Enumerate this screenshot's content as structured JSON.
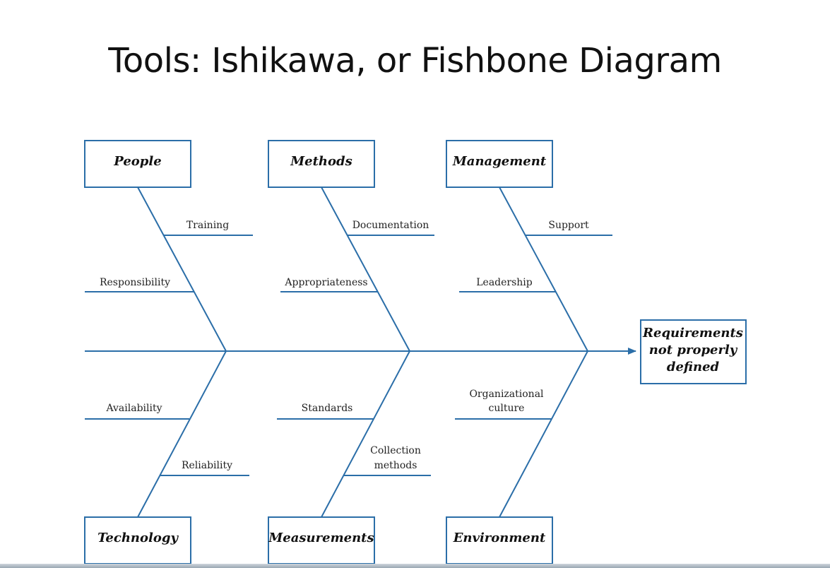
{
  "title": "Tools: Ishikawa, or Fishbone Diagram",
  "colors": {
    "line": "#2b6ea8",
    "box_border": "#2b6ea8",
    "text": "#111111",
    "background": "#ffffff"
  },
  "effect": {
    "lines": [
      "Requirements",
      "not properly",
      "defined"
    ]
  },
  "categories": {
    "people": {
      "label": "People",
      "causes": [
        "Training",
        "Responsibility"
      ]
    },
    "methods": {
      "label": "Methods",
      "causes": [
        "Documentation",
        "Appropriateness"
      ]
    },
    "management": {
      "label": "Management",
      "causes": [
        "Support",
        "Leadership"
      ]
    },
    "technology": {
      "label": "Technology",
      "causes": [
        "Availability",
        "Reliability"
      ]
    },
    "measurements": {
      "label": "Measurements",
      "causes": [
        "Standards",
        "Collection methods"
      ],
      "collection_lines": [
        "Collection",
        "methods"
      ]
    },
    "environment": {
      "label": "Environment",
      "causes": [
        "Organizational culture"
      ],
      "org_lines": [
        "Organizational",
        "culture"
      ]
    }
  }
}
